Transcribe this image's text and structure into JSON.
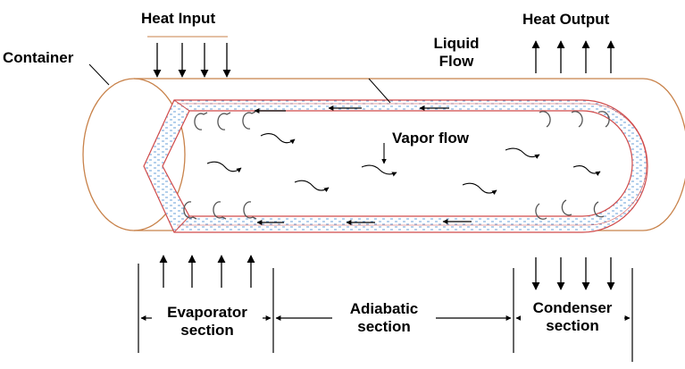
{
  "labels": {
    "heat_input": "Heat Input",
    "heat_output": "Heat Output",
    "container": "Container",
    "liquid_flow_line1": "Liquid",
    "liquid_flow_line2": "Flow",
    "vapor_flow": "Vapor flow",
    "evaporator_line1": "Evaporator",
    "evaporator_line2": "section",
    "adiabatic_line1": "Adiabatic",
    "adiabatic_line2": "section",
    "condenser_line1": "Condenser",
    "condenser_line2": "section"
  },
  "colors": {
    "container_outline": "#c8824a",
    "wick_outline": "#d04a4a",
    "wick_dots": "#6aa0d8",
    "arrows": "#000000",
    "swirl": "#555555"
  }
}
